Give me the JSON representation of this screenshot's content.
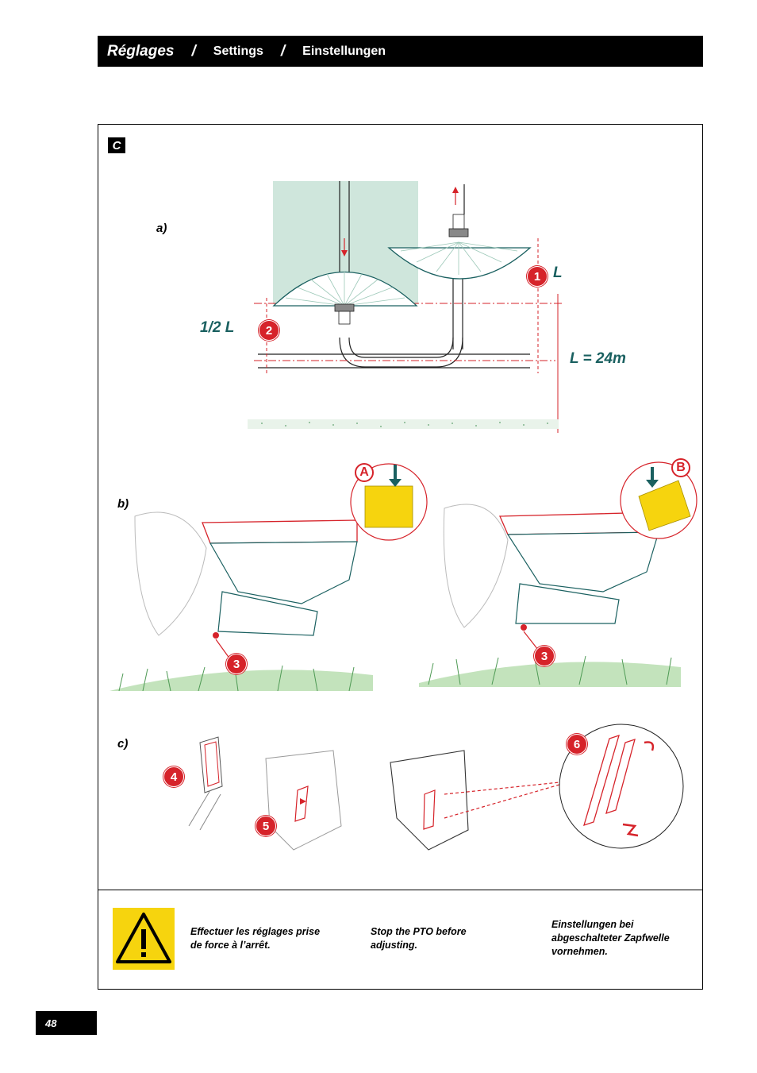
{
  "header": {
    "title_fr": "Réglages",
    "separator": "/",
    "title_en": "Settings",
    "title_de": "Einstellungen"
  },
  "section": {
    "letter": "C"
  },
  "diagram_a": {
    "label": "a)",
    "half_width_label": "1/2 L",
    "width_label": "L",
    "width_value_label": "L = 24m",
    "markers": [
      "1",
      "2"
    ]
  },
  "diagram_b": {
    "label": "b)",
    "callouts": [
      "A",
      "B"
    ],
    "markers": [
      "3",
      "3"
    ]
  },
  "diagram_c": {
    "label": "c)",
    "markers": [
      "4",
      "5",
      "6"
    ]
  },
  "warning": {
    "icon": "warning-triangle-icon",
    "text_fr": "Effectuer les réglages prise de force à l’arrêt.",
    "text_en": "Stop the PTO before adjusting.",
    "text_de": "Einstellungen bei abgeschalteter Zapfwelle vornehmen."
  },
  "page": {
    "number": "48"
  },
  "colors": {
    "accent_red": "#d6232a",
    "teal": "#1a6060",
    "field_green": "#cfe6dc",
    "warning_yellow": "#f6d40e"
  }
}
